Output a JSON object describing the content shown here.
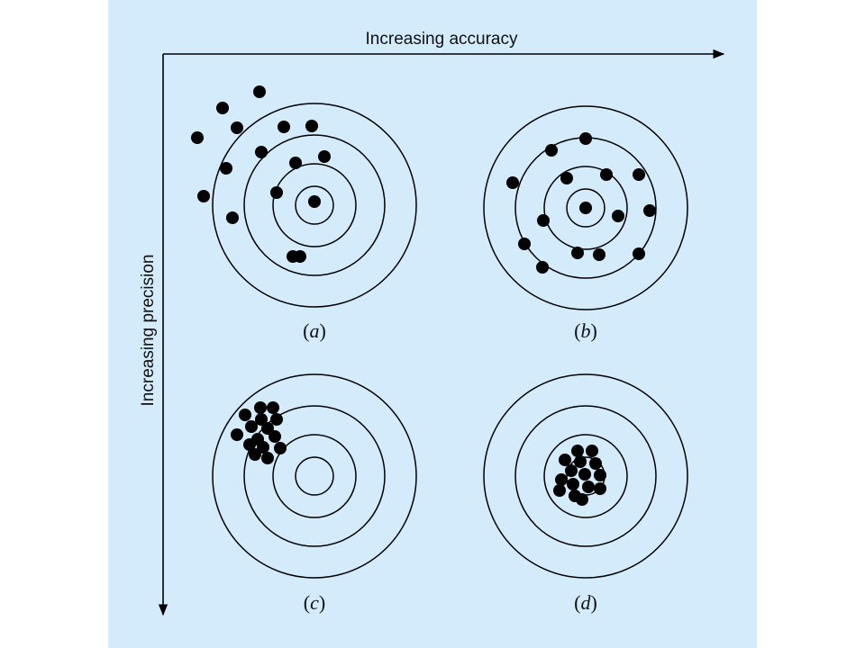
{
  "axes": {
    "x_label": "Increasing accuracy",
    "y_label": "Increasing precision"
  },
  "targets": [
    {
      "caption_open": "(",
      "caption_letter": "a",
      "caption_close": ")",
      "shots": [
        [
          -130,
          -75
        ],
        [
          -102,
          -108
        ],
        [
          -86,
          -86
        ],
        [
          -61,
          -126
        ],
        [
          -34,
          -87
        ],
        [
          -3,
          -88
        ],
        [
          -98,
          -41
        ],
        [
          -59,
          -59
        ],
        [
          -21,
          -47
        ],
        [
          11,
          -54
        ],
        [
          -123,
          -10
        ],
        [
          -42,
          -14
        ],
        [
          0,
          -4
        ],
        [
          -91,
          14
        ],
        [
          -24,
          57
        ],
        [
          -16,
          57
        ]
      ]
    },
    {
      "caption_open": "(",
      "caption_letter": "b",
      "caption_close": ")",
      "shots": [
        [
          0,
          -77
        ],
        [
          -38,
          -64
        ],
        [
          -81,
          -28
        ],
        [
          -21,
          -33
        ],
        [
          23,
          -37
        ],
        [
          59,
          -37
        ],
        [
          -47,
          14
        ],
        [
          36,
          9
        ],
        [
          71,
          3
        ],
        [
          -68,
          40
        ],
        [
          -48,
          66
        ],
        [
          -9,
          50
        ],
        [
          15,
          52
        ],
        [
          59,
          51
        ],
        [
          0,
          0
        ]
      ]
    },
    {
      "caption_open": "(",
      "caption_letter": "c",
      "caption_close": ")",
      "shots": [
        [
          -60,
          -76
        ],
        [
          -46,
          -76
        ],
        [
          -77,
          -68
        ],
        [
          -59,
          -63
        ],
        [
          -42,
          -63
        ],
        [
          -70,
          -55
        ],
        [
          -52,
          -53
        ],
        [
          -86,
          -46
        ],
        [
          -63,
          -41
        ],
        [
          -44,
          -44
        ],
        [
          -72,
          -35
        ],
        [
          -57,
          -32
        ],
        [
          -38,
          -31
        ],
        [
          -66,
          -24
        ],
        [
          -52,
          -20
        ]
      ]
    },
    {
      "caption_open": "(",
      "caption_letter": "d",
      "caption_close": ")",
      "shots": [
        [
          -9,
          -28
        ],
        [
          7,
          -28
        ],
        [
          -23,
          -18
        ],
        [
          -6,
          -16
        ],
        [
          11,
          -14
        ],
        [
          -16,
          -6
        ],
        [
          -1,
          -2
        ],
        [
          16,
          -1
        ],
        [
          -27,
          4
        ],
        [
          -14,
          9
        ],
        [
          3,
          12
        ],
        [
          16,
          14
        ],
        [
          -29,
          16
        ],
        [
          -4,
          26
        ],
        [
          -12,
          22
        ]
      ]
    }
  ],
  "colors": {
    "panel": "#d3ebfb",
    "ink": "#000000"
  }
}
